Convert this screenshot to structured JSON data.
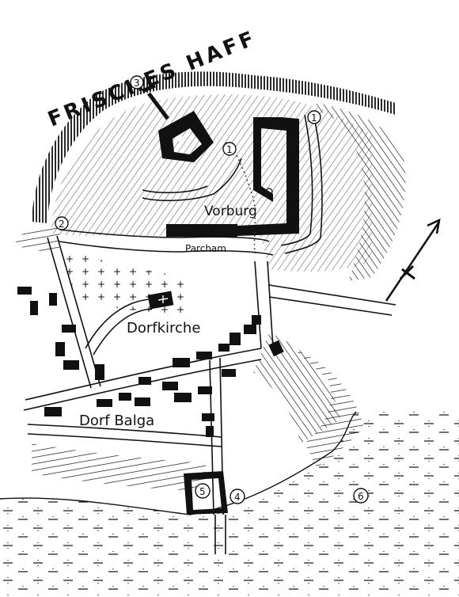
{
  "map": {
    "water_title": "FRISCHES HAFF",
    "labels": {
      "vorburg": "Vorburg",
      "parcham": "Parcham",
      "dorfkirche": "Dorfkirche",
      "dorf_balga": "Dorf Balga"
    },
    "markers": [
      "1",
      "1",
      "2",
      "3",
      "4",
      "5",
      "6"
    ],
    "north_arrow": "north-arrow-icon",
    "colors": {
      "ink": "#111111",
      "paper": "#ffffff"
    }
  }
}
